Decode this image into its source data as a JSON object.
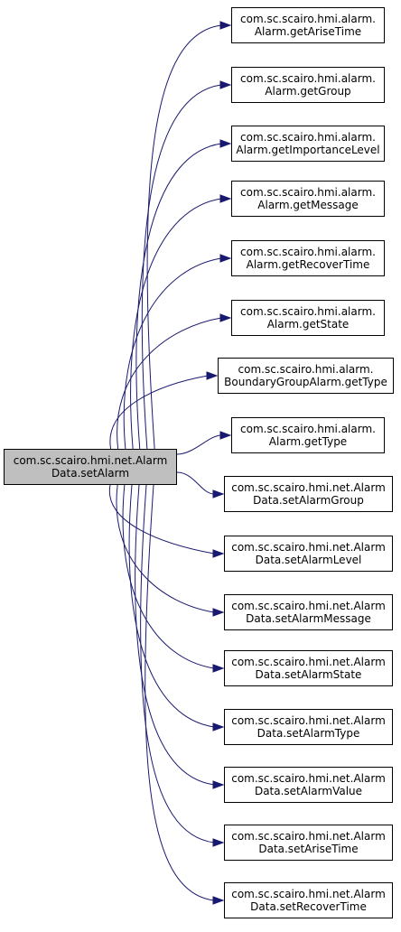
{
  "source": {
    "line1": "com.sc.scairo.hmi.net.Alarm",
    "line2": "Data.setAlarm"
  },
  "targets": [
    {
      "line1": "com.sc.scairo.hmi.alarm.",
      "line2": "Alarm.getAriseTime"
    },
    {
      "line1": "com.sc.scairo.hmi.alarm.",
      "line2": "Alarm.getGroup"
    },
    {
      "line1": "com.sc.scairo.hmi.alarm.",
      "line2": "Alarm.getImportanceLevel"
    },
    {
      "line1": "com.sc.scairo.hmi.alarm.",
      "line2": "Alarm.getMessage"
    },
    {
      "line1": "com.sc.scairo.hmi.alarm.",
      "line2": "Alarm.getRecoverTime"
    },
    {
      "line1": "com.sc.scairo.hmi.alarm.",
      "line2": "Alarm.getState"
    },
    {
      "line1": "com.sc.scairo.hmi.alarm.",
      "line2": "BoundaryGroupAlarm.getType"
    },
    {
      "line1": "com.sc.scairo.hmi.alarm.",
      "line2": "Alarm.getType"
    },
    {
      "line1": "com.sc.scairo.hmi.net.Alarm",
      "line2": "Data.setAlarmGroup"
    },
    {
      "line1": "com.sc.scairo.hmi.net.Alarm",
      "line2": "Data.setAlarmLevel"
    },
    {
      "line1": "com.sc.scairo.hmi.net.Alarm",
      "line2": "Data.setAlarmMessage"
    },
    {
      "line1": "com.sc.scairo.hmi.net.Alarm",
      "line2": "Data.setAlarmState"
    },
    {
      "line1": "com.sc.scairo.hmi.net.Alarm",
      "line2": "Data.setAlarmType"
    },
    {
      "line1": "com.sc.scairo.hmi.net.Alarm",
      "line2": "Data.setAlarmValue"
    },
    {
      "line1": "com.sc.scairo.hmi.net.Alarm",
      "line2": "Data.setAriseTime"
    },
    {
      "line1": "com.sc.scairo.hmi.net.Alarm",
      "line2": "Data.setRecoverTime"
    }
  ],
  "colors": {
    "edge": "#191970",
    "source_fill": "#bfbfbf",
    "node_border": "#000000"
  }
}
